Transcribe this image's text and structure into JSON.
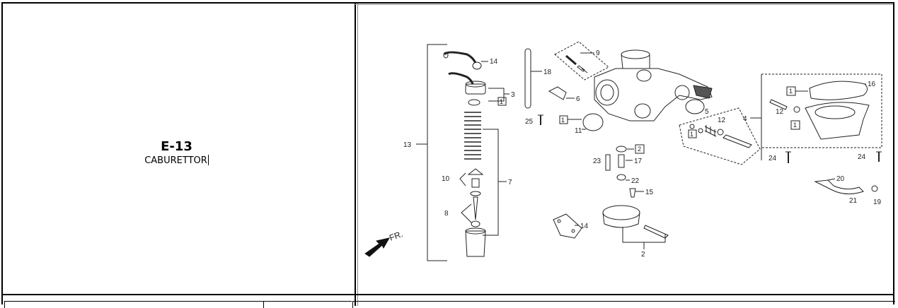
{
  "section": {
    "code": "E-13",
    "name": "CABURETTOR"
  },
  "diagram": {
    "callouts": {
      "c14a": "14",
      "c3": "3",
      "c1a": "1",
      "c13": "13",
      "c10": "10",
      "c7": "7",
      "c8": "8",
      "c18": "18",
      "c9": "9",
      "c6": "6",
      "c25": "25",
      "c1b": "1",
      "c11": "11",
      "c23": "23",
      "c17": "17",
      "c2a": "2",
      "c22": "22",
      "c15": "15",
      "c14b": "14",
      "c2b": "2",
      "c5": "5",
      "c12a": "12",
      "c1c": "1",
      "c4": "4",
      "c1d": "1",
      "c16": "16",
      "c12b": "12",
      "c1e": "1",
      "c24a": "24",
      "c24b": "24",
      "c20": "20",
      "c21": "21",
      "c19": "19"
    },
    "direction_label": "FR."
  }
}
